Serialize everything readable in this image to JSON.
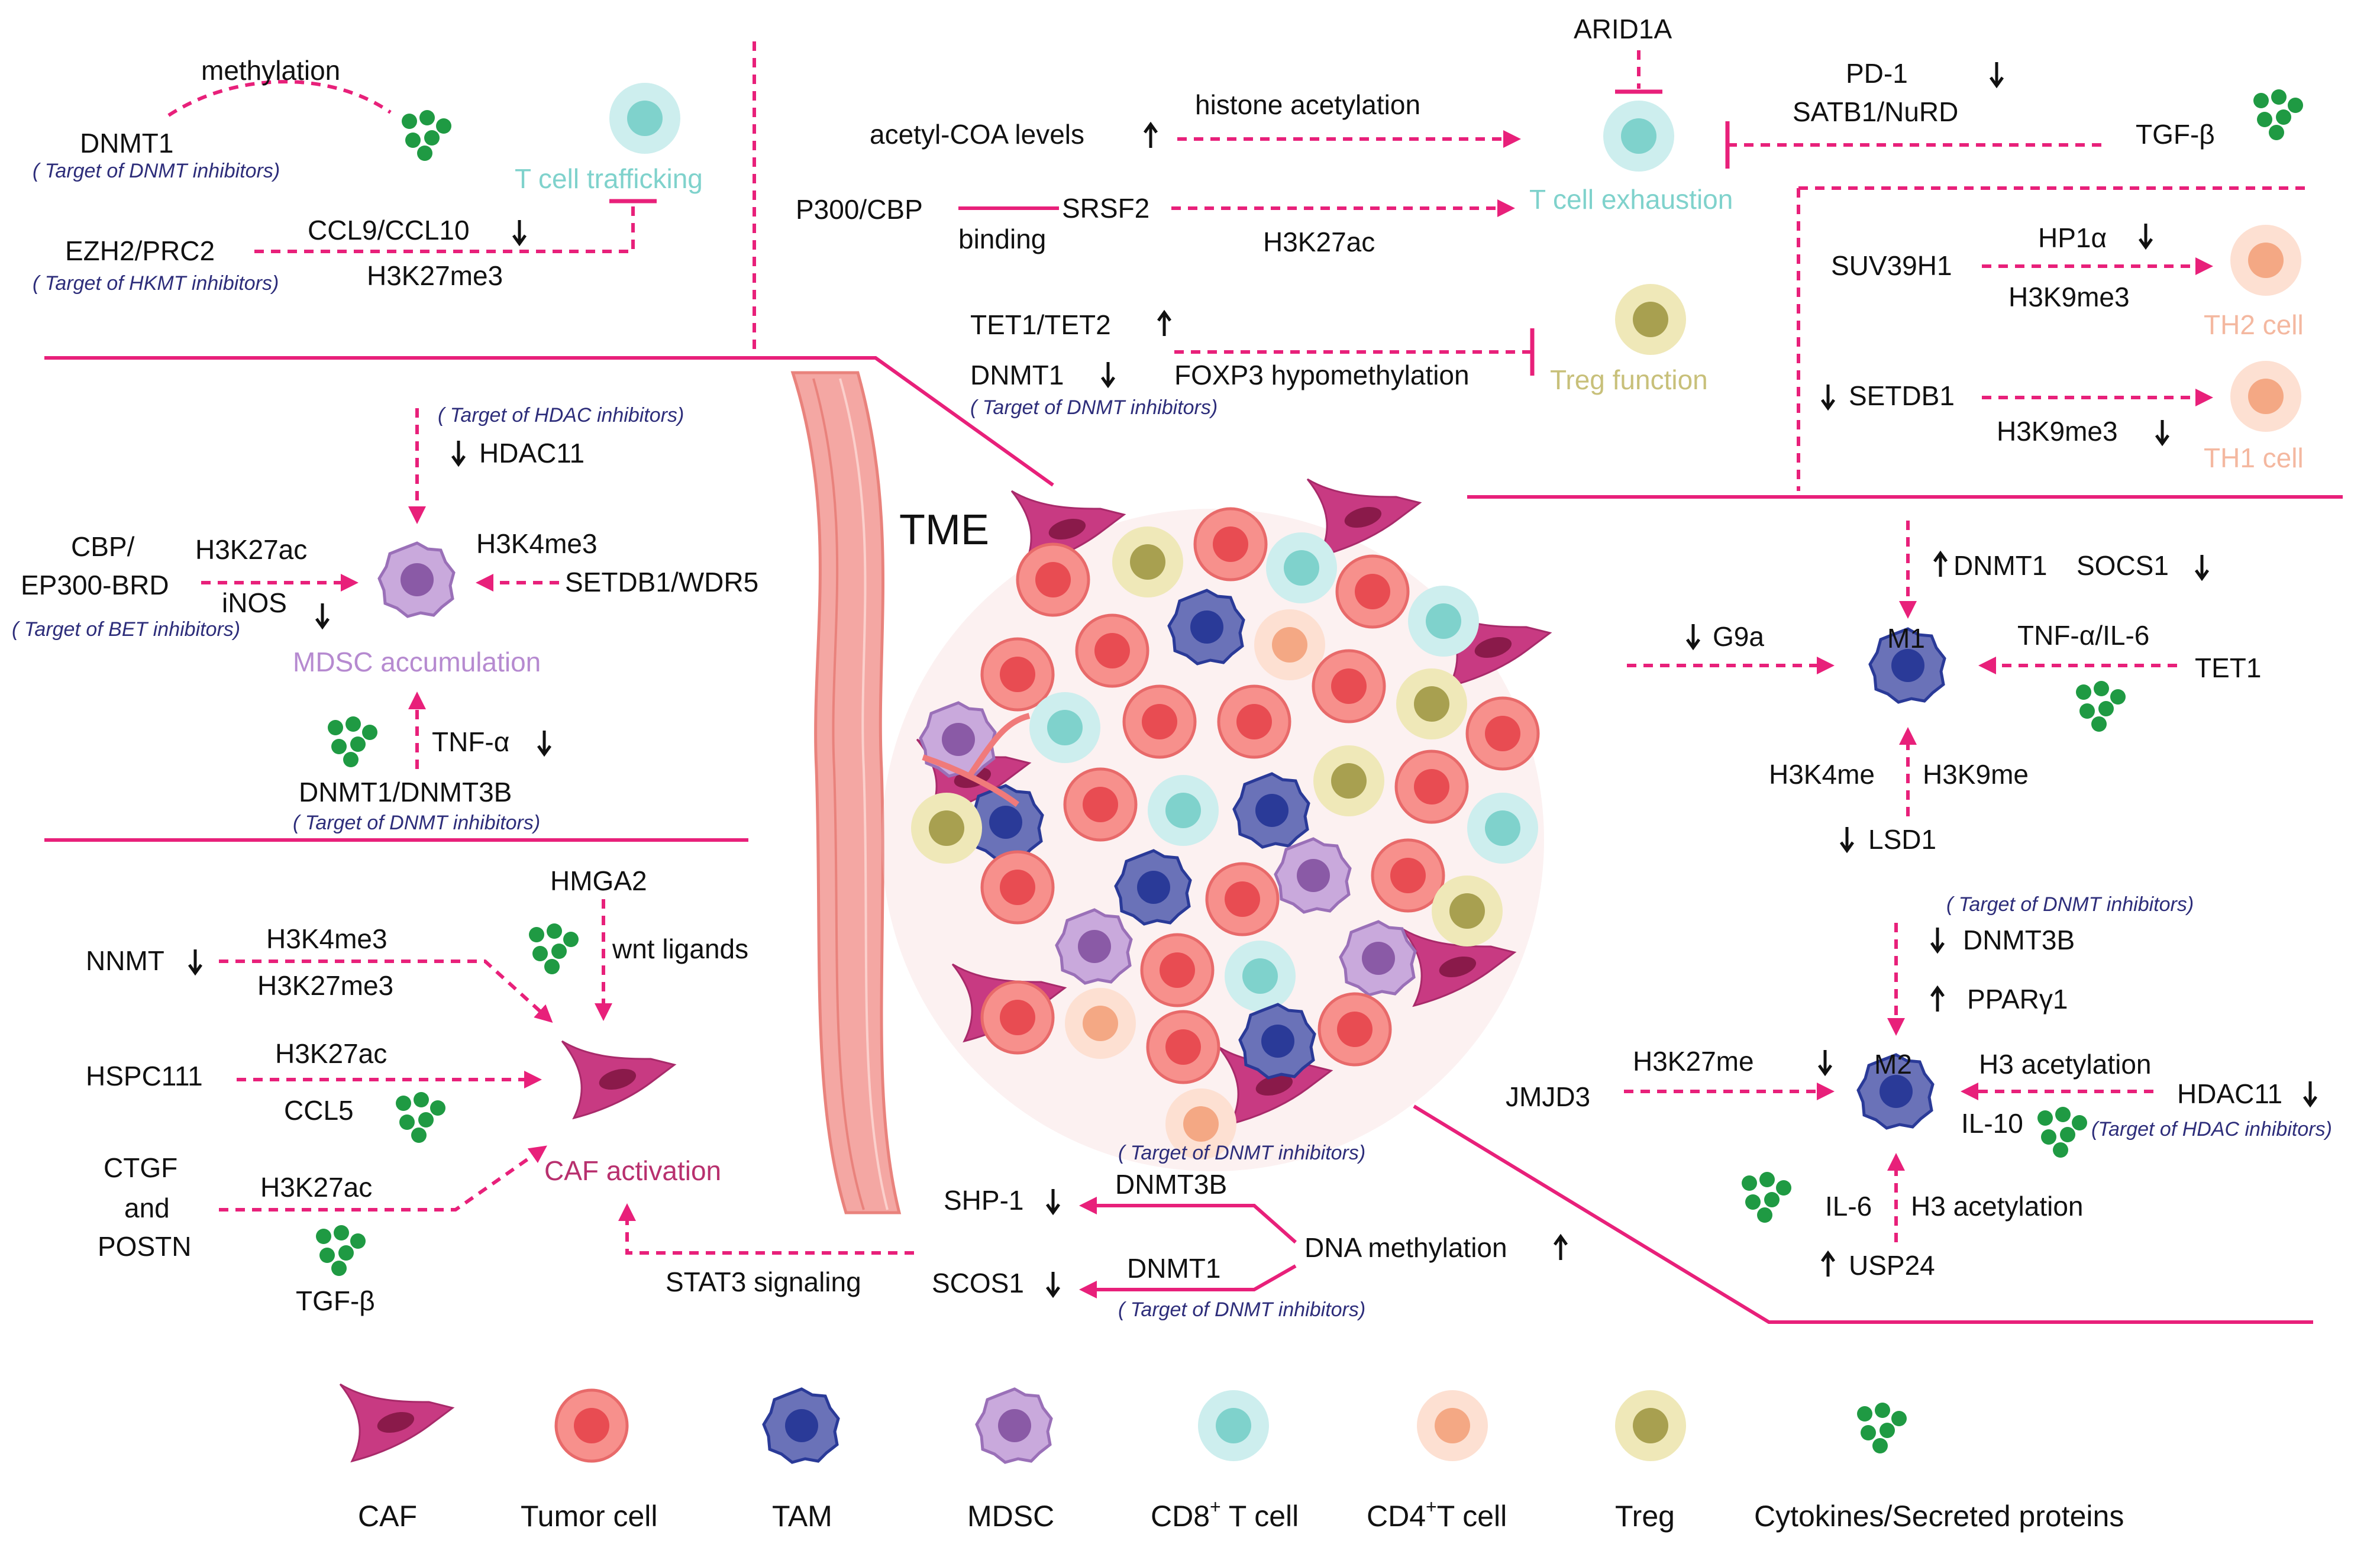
{
  "colors": {
    "pink": "#e8207a",
    "dot": "#1f9a43",
    "ink": "#111111",
    "note": "#2d2d7a"
  },
  "center": {
    "label": "TME"
  },
  "tcell_top": {
    "methylation": "methylation",
    "dnmt1": "DNMT1",
    "dnmt_note": "( Target of DNMT inhibitors)",
    "trafficking": "T cell trafficking",
    "ezh2": "EZH2/PRC2",
    "hkmt_note": "( Target of HKMT inhibitors)",
    "ccl": "CCL9/CCL10",
    "h3k27me3": "H3K27me3",
    "acetyl": "acetyl-COA levels",
    "histone_acet": "histone acetylation",
    "arid1a": "ARID1A",
    "p300": "P300/CBP",
    "binding": "binding",
    "srsf2": "SRSF2",
    "h3k27ac": "H3K27ac",
    "exhaustion": "T cell exhaustion",
    "pd1": "PD-1",
    "satb1": "SATB1/NuRD",
    "tgfb": "TGF-β",
    "tet": "TET1/TET2",
    "dnmt1b": "DNMT1",
    "foxp3": "FOXP3 hypomethylation",
    "treg_fn": "Treg function",
    "dnmt_note2": "( Target of DNMT inhibitors)",
    "suv": "SUV39H1",
    "hp1": "HP1α",
    "h3k9me3a": "H3K9me3",
    "th2": "TH2 cell",
    "setdb1": "SETDB1",
    "h3k9me3b": "H3K9me3",
    "th1": "TH1 cell"
  },
  "mdsc": {
    "hdac_note": "( Target of HDAC inhibitors)",
    "hdac11": "HDAC11",
    "cbp": "CBP/",
    "ep300": "EP300-BRD",
    "h3k27ac": "H3K27ac",
    "inos": "iNOS",
    "bet_note": "( Target of BET inhibitors)",
    "h3k4me3": "H3K4me3",
    "setdb1": "SETDB1/WDR5",
    "accum": "MDSC accumulation",
    "tnf": "TNF-α",
    "dnmt": "DNMT1/DNMT3B",
    "dnmt_note": "( Target of DNMT inhibitors)"
  },
  "caf": {
    "hmga2": "HMGA2",
    "wnt": "wnt ligands",
    "nnmt": "NNMT",
    "h3k4me3": "H3K4me3",
    "h3k27me3": "H3K27me3",
    "hspc": "HSPC111",
    "h3k27ac": "H3K27ac",
    "ccl5": "CCL5",
    "ctgf": "CTGF",
    "and": "and",
    "postn": "POSTN",
    "h3k27ac2": "H3K27ac",
    "tgfb": "TGF-β",
    "activation": "CAF activation",
    "stat3": "STAT3 signaling",
    "shp1": "SHP-1",
    "dnmt3b": "DNMT3B",
    "scos1": "SCOS1",
    "dnmt1": "DNMT1",
    "dnameth": "DNA methylation",
    "note1": "( Target of DNMT inhibitors)",
    "note2": "( Target of DNMT inhibitors)"
  },
  "macro": {
    "dnmt1": "DNMT1",
    "socs1": "SOCS1",
    "g9a": "G9a",
    "m1": "M1",
    "tnf": "TNF-α/IL-6",
    "tet1": "TET1",
    "h3k4me": "H3K4me",
    "h3k9me": "H3K9me",
    "lsd1": "LSD1",
    "dnmt_note": "( Target of DNMT inhibitors)",
    "dnmt3b": "DNMT3B",
    "ppar": "PPARγ1",
    "jmjd3": "JMJD3",
    "h3k27me": "H3K27me",
    "m2": "M2",
    "h3acet": "H3 acetylation",
    "hdac11": "HDAC11",
    "il10": "IL-10",
    "hdac_note": "(Target of HDAC inhibitors)",
    "il6": "IL-6",
    "h3acet2": "H3 acetylation",
    "usp24": "USP24"
  },
  "legend": {
    "caf": "CAF",
    "tumor": "Tumor cell",
    "tam": "TAM",
    "mdsc": "MDSC",
    "cd8": "CD8",
    "cd8_sup": "+",
    "cd8_tail": " T cell",
    "cd4": "CD4",
    "cd4_sup": "+",
    "cd4_tail": "T cell",
    "treg": "Treg",
    "cyto": "Cytokines/Secreted proteins"
  }
}
